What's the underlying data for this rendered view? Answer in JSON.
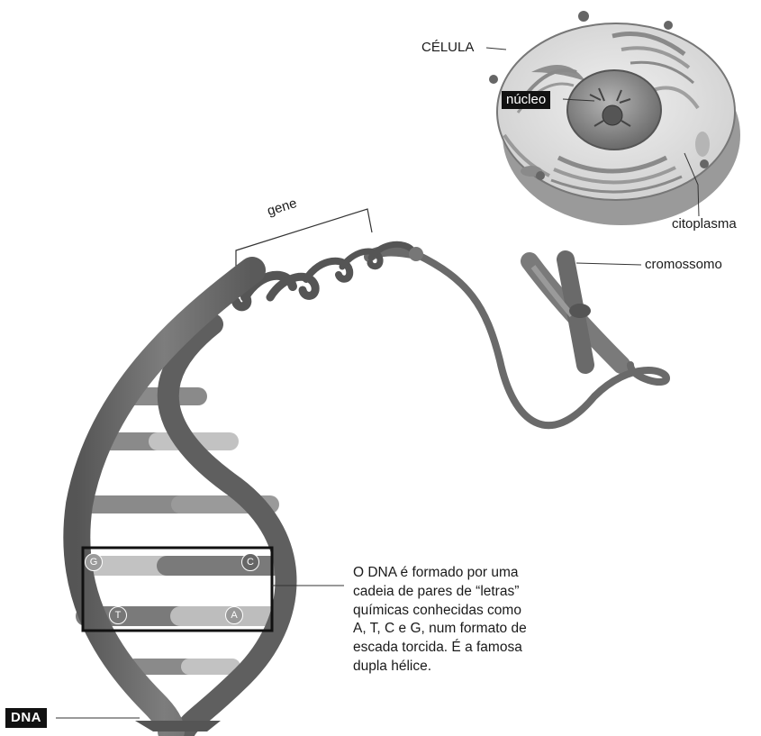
{
  "labels": {
    "celula": "CÉLULA",
    "nucleo": "núcleo",
    "citoplasma": "citoplasma",
    "cromossomo": "cromossomo",
    "gene": "gene",
    "dna": "DNA"
  },
  "bases": {
    "g": "G",
    "c": "C",
    "t": "T",
    "a": "A"
  },
  "caption": "O DNA é formado por uma\ncadeia de pares de “letras”\nquímicas conhecidas como\nA, T, C e G, num formato de\nescada torcida. É a famosa\ndupla hélice.",
  "colors": {
    "strand": "#6b6b6b",
    "rung_light": "#c2c2c2",
    "rung_dark": "#8a8a8a",
    "cell_fill": "#e6e6e6",
    "label_box": "#111111"
  }
}
